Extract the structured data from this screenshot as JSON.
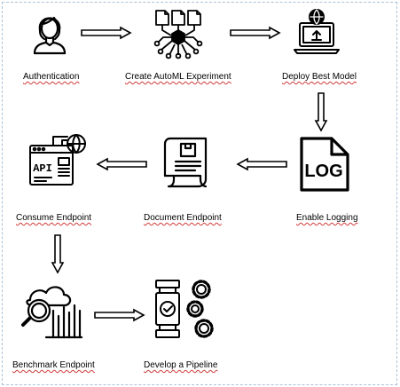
{
  "diagram": {
    "steps": [
      {
        "label": "Authentication",
        "icon": "user-icon"
      },
      {
        "label": "Create AutoML Experiment",
        "icon": "automl-network-icon"
      },
      {
        "label": "Deploy Best Model",
        "icon": "laptop-deploy-icon"
      },
      {
        "label": "Enable Logging",
        "icon": "log-file-icon"
      },
      {
        "label": "Document Endpoint",
        "icon": "document-icon"
      },
      {
        "label": "Consume Endpoint",
        "icon": "api-icon"
      },
      {
        "label": "Benchmark Endpoint",
        "icon": "benchmark-chart-icon"
      },
      {
        "label": "Develop a Pipeline",
        "icon": "pipeline-gears-icon"
      }
    ],
    "spellcheck_color": "#d23a3a",
    "frame_color": "#a9c2d8"
  }
}
